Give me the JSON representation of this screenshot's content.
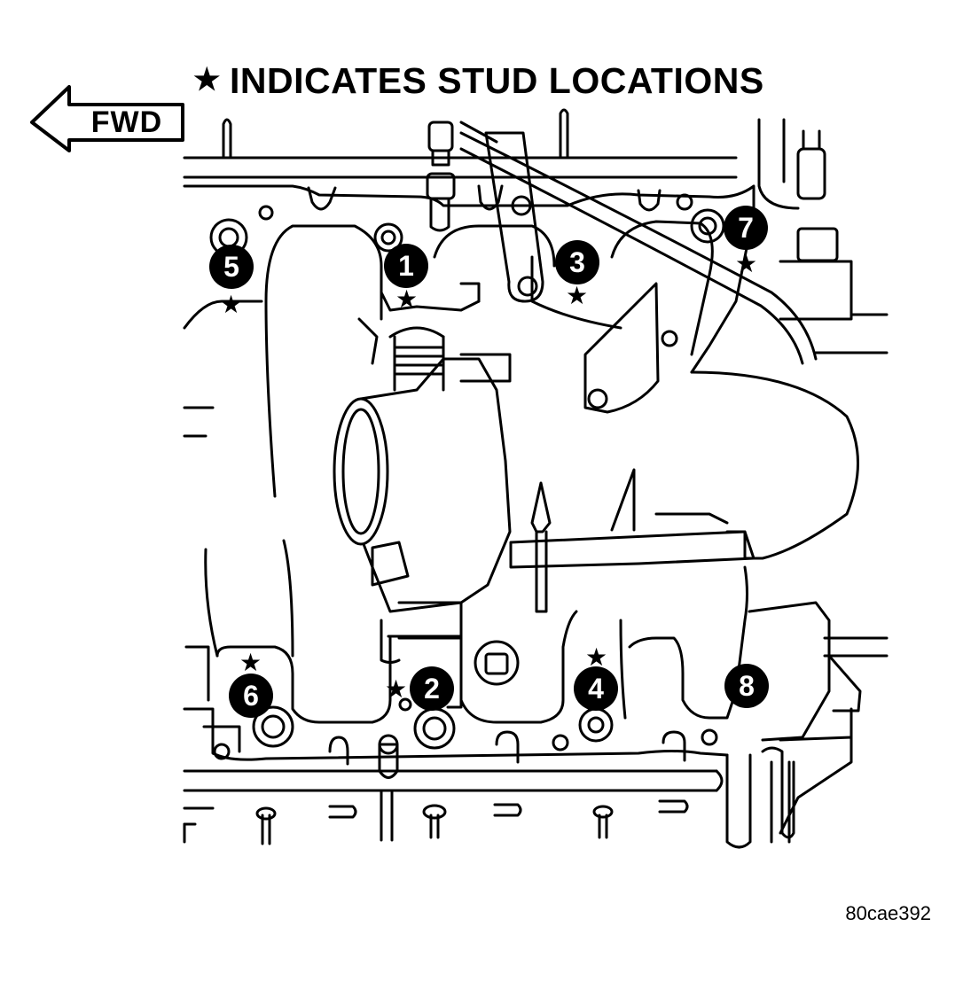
{
  "title": {
    "star_symbol": "★",
    "text": "INDICATES STUD LOCATIONS"
  },
  "direction_arrow": {
    "label": "FWD"
  },
  "callouts": [
    {
      "label": "1",
      "has_stud": true
    },
    {
      "label": "2",
      "has_stud": true
    },
    {
      "label": "3",
      "has_stud": true
    },
    {
      "label": "4",
      "has_stud": true
    },
    {
      "label": "5",
      "has_stud": true
    },
    {
      "label": "6",
      "has_stud": true
    },
    {
      "label": "7",
      "has_stud": true
    },
    {
      "label": "8",
      "has_stud": false
    }
  ],
  "figure_id": "80cae392",
  "colors": {
    "ink": "#000000",
    "paper": "#ffffff"
  }
}
